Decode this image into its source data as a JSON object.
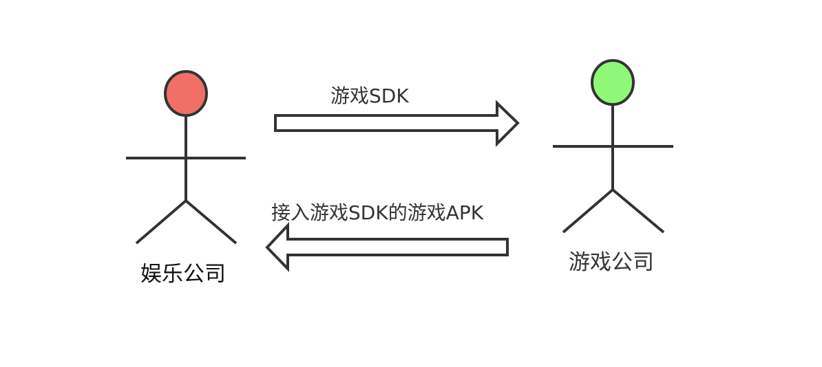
{
  "actors": {
    "left": {
      "label": "娱乐公司",
      "head_color": "#f07068"
    },
    "right": {
      "label": "游戏公司",
      "head_color": "#90f878"
    }
  },
  "arrows": {
    "to_right": {
      "label": "游戏SDK"
    },
    "to_left": {
      "label": "接入游戏SDK的游戏APK"
    }
  },
  "colors": {
    "stroke": "#333333",
    "background": "#ffffff"
  }
}
